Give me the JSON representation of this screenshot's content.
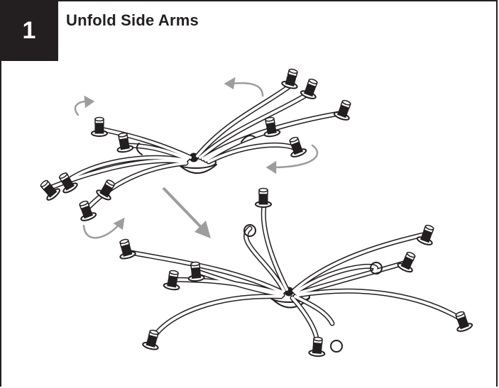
{
  "step": {
    "number": "1",
    "title": "Unfold Side Arms"
  },
  "illustration": {
    "folded_fixture": "chandelier-arms-folded",
    "unfolded_fixture": "chandelier-arms-unfolded",
    "rotation_arrows": "curved-rotate-arrows",
    "transition_arrow": "down-right-arrow"
  },
  "colors": {
    "ink": "#231f20",
    "arrow_gray": "#9d9d9d",
    "background": "#ffffff"
  }
}
